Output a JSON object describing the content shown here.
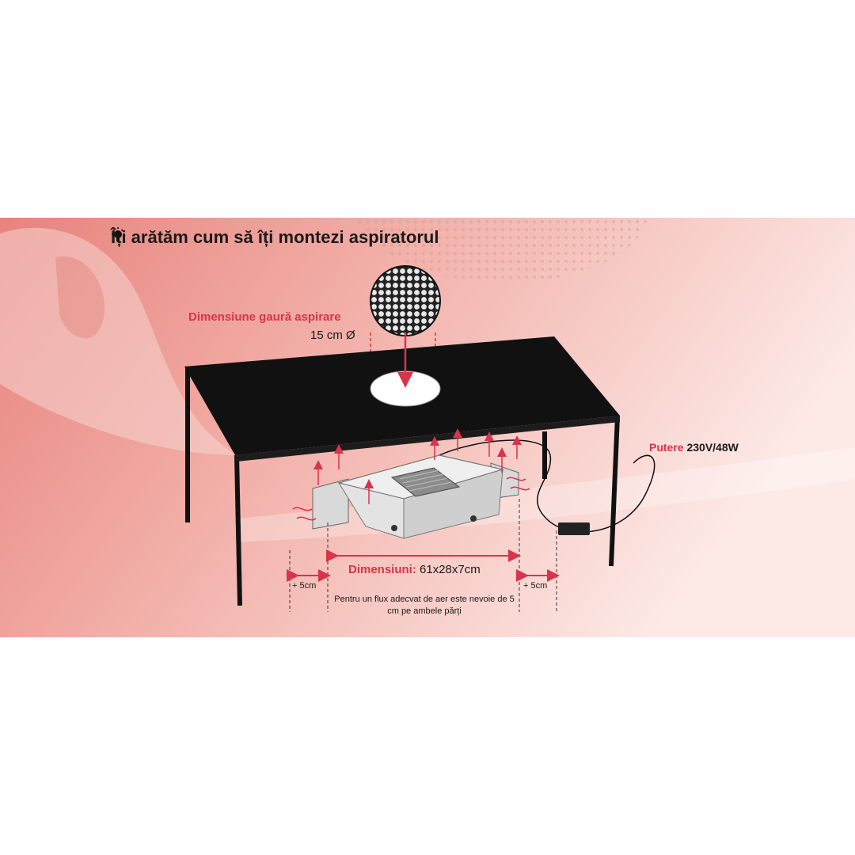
{
  "title": "Îți arătăm cum să îți montezi aspiratorul",
  "title_icon": "lightbulb-icon",
  "hole": {
    "label": "Dimensiune gaură aspirare",
    "size": "15 cm Ø"
  },
  "power": {
    "label": "Putere",
    "value": "230V/48W"
  },
  "dimensions": {
    "label": "Dimensiuni:",
    "value": "61x28x7cm"
  },
  "clearance": {
    "left": "+ 5cm",
    "right": "+ 5cm",
    "note": "Pentru un flux adecvat de aer este nevoie de 5 cm pe ambele părți"
  },
  "colors": {
    "accent": "#d8344a",
    "table": "#111111",
    "background_gradient": [
      "#e98781",
      "#f4bdb6",
      "#fde8e5"
    ]
  }
}
